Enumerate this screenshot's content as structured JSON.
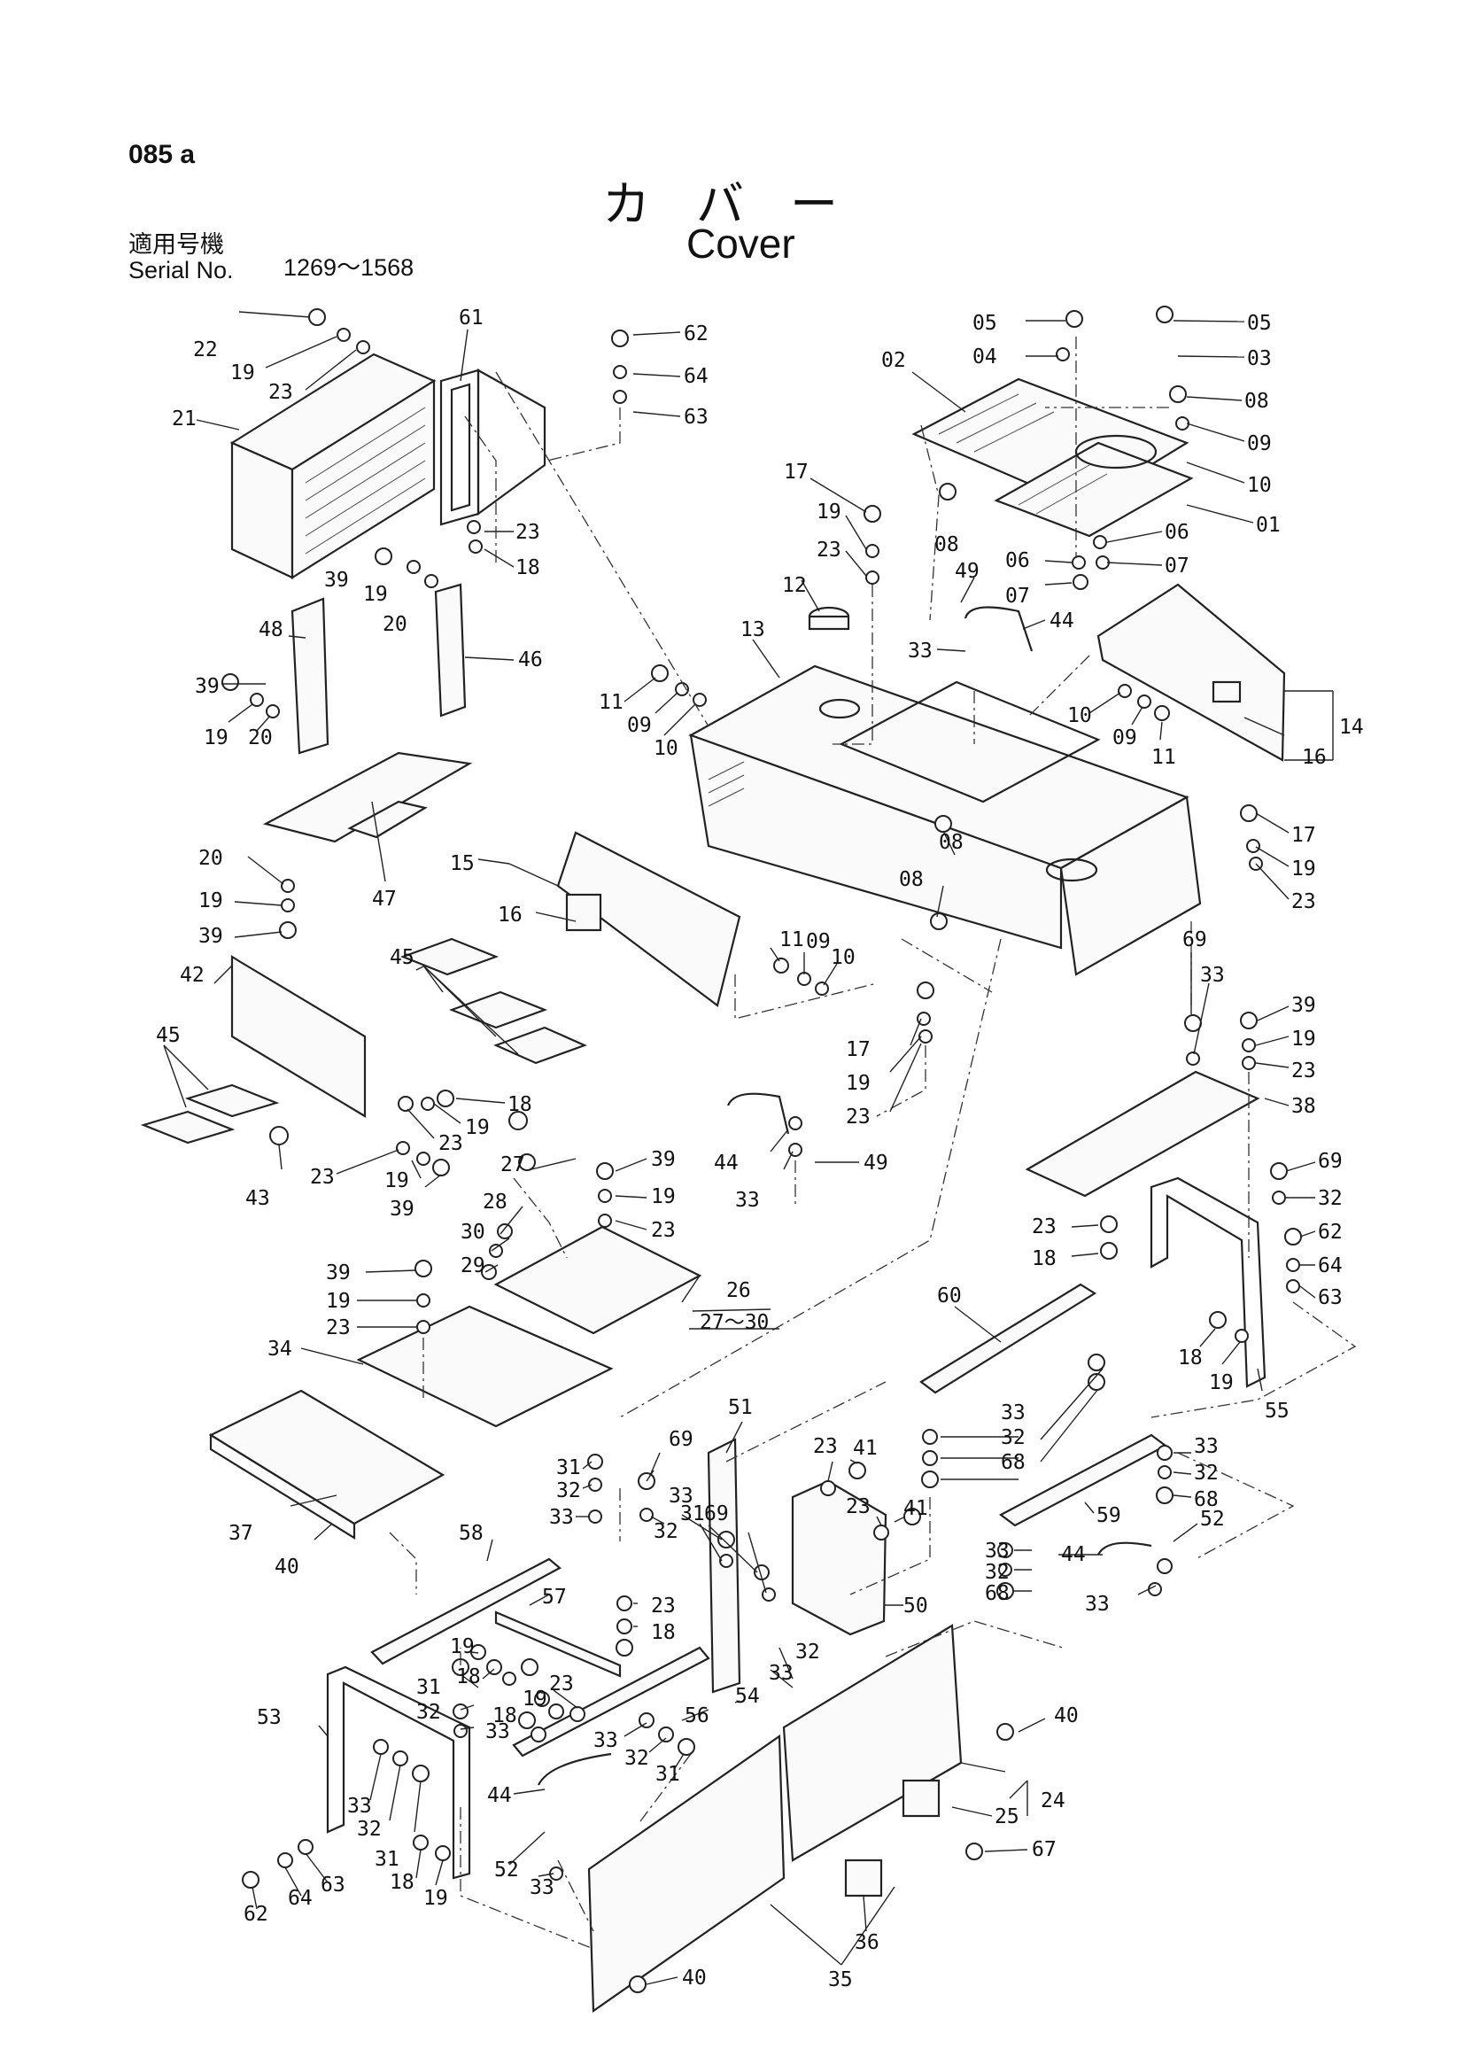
{
  "page_code": "085 a",
  "title_jp": "カバー",
  "title_en": "Cover",
  "serial_label_jp": "適用号機",
  "serial_label_en": "Serial No.",
  "serial_range": "1269～1568",
  "callouts": [
    {
      "text": "22"
    },
    {
      "text": "19"
    },
    {
      "text": "23"
    },
    {
      "text": "21"
    },
    {
      "text": "61"
    },
    {
      "text": "62"
    },
    {
      "text": "64"
    },
    {
      "text": "63"
    },
    {
      "text": "05"
    },
    {
      "text": "04"
    },
    {
      "text": "05"
    },
    {
      "text": "03"
    },
    {
      "text": "02"
    },
    {
      "text": "08"
    },
    {
      "text": "09"
    },
    {
      "text": "10"
    },
    {
      "text": "01"
    },
    {
      "text": "17"
    },
    {
      "text": "19"
    },
    {
      "text": "23"
    },
    {
      "text": "08"
    },
    {
      "text": "06"
    },
    {
      "text": "06"
    },
    {
      "text": "07"
    },
    {
      "text": "07"
    },
    {
      "text": "23"
    },
    {
      "text": "18"
    },
    {
      "text": "39"
    },
    {
      "text": "19"
    },
    {
      "text": "20"
    },
    {
      "text": "12"
    },
    {
      "text": "49"
    },
    {
      "text": "44"
    },
    {
      "text": "33"
    },
    {
      "text": "48"
    },
    {
      "text": "46"
    },
    {
      "text": "13"
    },
    {
      "text": "11"
    },
    {
      "text": "09"
    },
    {
      "text": "10"
    },
    {
      "text": "10"
    },
    {
      "text": "09"
    },
    {
      "text": "11"
    },
    {
      "text": "14"
    },
    {
      "text": "16"
    },
    {
      "text": "39"
    },
    {
      "text": "19"
    },
    {
      "text": "20"
    },
    {
      "text": "08"
    },
    {
      "text": "17"
    },
    {
      "text": "19"
    },
    {
      "text": "23"
    },
    {
      "text": "47"
    },
    {
      "text": "20"
    },
    {
      "text": "19"
    },
    {
      "text": "39"
    },
    {
      "text": "15"
    },
    {
      "text": "16"
    },
    {
      "text": "08"
    },
    {
      "text": "45"
    },
    {
      "text": "11"
    },
    {
      "text": "09"
    },
    {
      "text": "10"
    },
    {
      "text": "69"
    },
    {
      "text": "33"
    },
    {
      "text": "42"
    },
    {
      "text": "17"
    },
    {
      "text": "19"
    },
    {
      "text": "23"
    },
    {
      "text": "39"
    },
    {
      "text": "19"
    },
    {
      "text": "23"
    },
    {
      "text": "38"
    },
    {
      "text": "45"
    },
    {
      "text": "18"
    },
    {
      "text": "19"
    },
    {
      "text": "23"
    },
    {
      "text": "23"
    },
    {
      "text": "43"
    },
    {
      "text": "19"
    },
    {
      "text": "39"
    },
    {
      "text": "44"
    },
    {
      "text": "49"
    },
    {
      "text": "33"
    },
    {
      "text": "27"
    },
    {
      "text": "39"
    },
    {
      "text": "19"
    },
    {
      "text": "23"
    },
    {
      "text": "28"
    },
    {
      "text": "30"
    },
    {
      "text": "29"
    },
    {
      "text": "69"
    },
    {
      "text": "32"
    },
    {
      "text": "23"
    },
    {
      "text": "18"
    },
    {
      "text": "62"
    },
    {
      "text": "64"
    },
    {
      "text": "63"
    },
    {
      "text": "39"
    },
    {
      "text": "19"
    },
    {
      "text": "23"
    },
    {
      "text": "26"
    },
    {
      "text": "27～30"
    },
    {
      "text": "34"
    },
    {
      "text": "60"
    },
    {
      "text": "18"
    },
    {
      "text": "19"
    },
    {
      "text": "55"
    },
    {
      "text": "51"
    },
    {
      "text": "69"
    },
    {
      "text": "41"
    },
    {
      "text": "23"
    },
    {
      "text": "41"
    },
    {
      "text": "23"
    },
    {
      "text": "33"
    },
    {
      "text": "32"
    },
    {
      "text": "68"
    },
    {
      "text": "33"
    },
    {
      "text": "32"
    },
    {
      "text": "68"
    },
    {
      "text": "31"
    },
    {
      "text": "32"
    },
    {
      "text": "33"
    },
    {
      "text": "33"
    },
    {
      "text": "31"
    },
    {
      "text": "69"
    },
    {
      "text": "32"
    },
    {
      "text": "37"
    },
    {
      "text": "40"
    },
    {
      "text": "58"
    },
    {
      "text": "59"
    },
    {
      "text": "52"
    },
    {
      "text": "33"
    },
    {
      "text": "32"
    },
    {
      "text": "68"
    },
    {
      "text": "44"
    },
    {
      "text": "33"
    },
    {
      "text": "50"
    },
    {
      "text": "57"
    },
    {
      "text": "23"
    },
    {
      "text": "18"
    },
    {
      "text": "32"
    },
    {
      "text": "33"
    },
    {
      "text": "19"
    },
    {
      "text": "18"
    },
    {
      "text": "23"
    },
    {
      "text": "19"
    },
    {
      "text": "18"
    },
    {
      "text": "31"
    },
    {
      "text": "32"
    },
    {
      "text": "33"
    },
    {
      "text": "54"
    },
    {
      "text": "56"
    },
    {
      "text": "53"
    },
    {
      "text": "33"
    },
    {
      "text": "32"
    },
    {
      "text": "31"
    },
    {
      "text": "40"
    },
    {
      "text": "44"
    },
    {
      "text": "24"
    },
    {
      "text": "25"
    },
    {
      "text": "33"
    },
    {
      "text": "32"
    },
    {
      "text": "31"
    },
    {
      "text": "62"
    },
    {
      "text": "64"
    },
    {
      "text": "63"
    },
    {
      "text": "18"
    },
    {
      "text": "19"
    },
    {
      "text": "52"
    },
    {
      "text": "33"
    },
    {
      "text": "67"
    },
    {
      "text": "36"
    },
    {
      "text": "35"
    },
    {
      "text": "40"
    }
  ]
}
